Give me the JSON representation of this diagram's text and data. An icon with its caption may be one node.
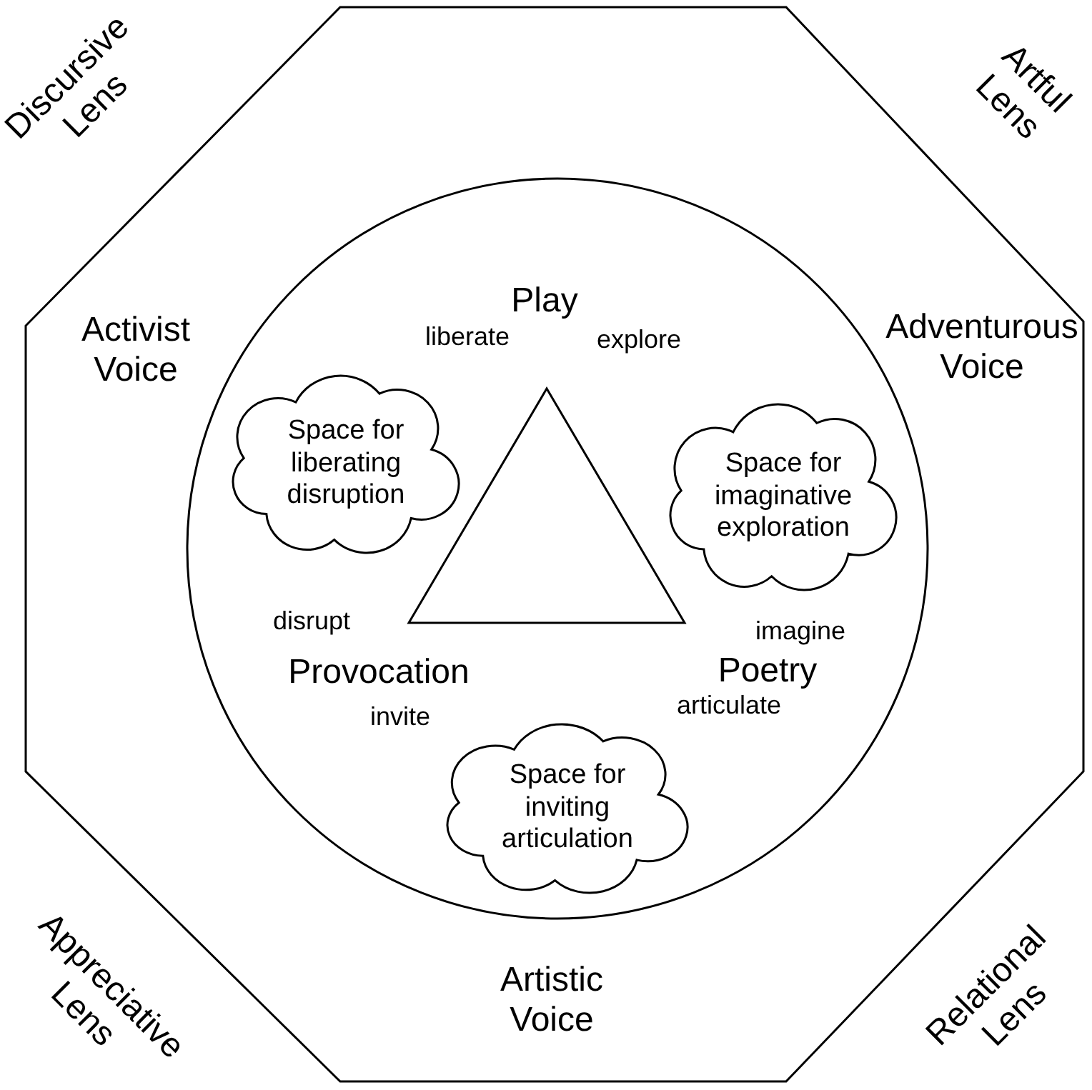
{
  "diagram": {
    "nodes": [
      {
        "text": [],
        "shape": "octagon"
      },
      {
        "text": [],
        "shape": "circle",
        "in": 0
      },
      {
        "text": [],
        "shape": "triangle",
        "in": 1
      },
      {
        "text": [
          "Space for liberating disruption"
        ],
        "in": 1
      },
      {
        "text": [
          "Space for imaginative exploration"
        ],
        "in": 1
      },
      {
        "text": [
          "Space for inviting articulation"
        ],
        "in": 1
      }
    ],
    "edges": [],
    "labels": [
      "Discursive Lens",
      "Artful Lens",
      "Activist Voice",
      "Play",
      "liberate",
      "explore",
      "Adventurous Voice",
      "disrupt",
      "imagine",
      "Provocation",
      "Poetry",
      "invite",
      "articulate",
      "Appreciative Lens",
      "Artistic Voice",
      "Relational Lens"
    ]
  }
}
